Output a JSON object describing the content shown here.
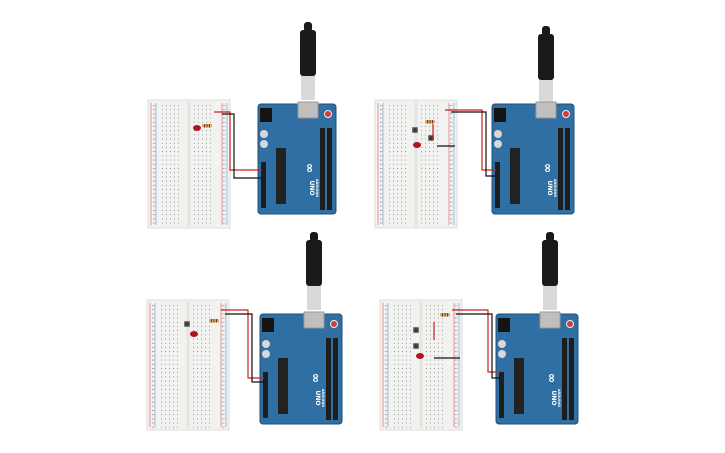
{
  "colors": {
    "background": "#ffffff",
    "breadboard": "#f2f2f0",
    "breadboard_edge": "#dcdcd8",
    "rail_red": "#e0474c",
    "rail_blue": "#5a8fd6",
    "hole": "#8c8c8c",
    "arduino_blue": "#2f6fa3",
    "arduino_dark": "#1f4f78",
    "header": "#1d1d1d",
    "usb_metal": "#d9d9d9",
    "usb_cable": "#1a1a1a",
    "wire_red": "#cc1f1f",
    "wire_black": "#111111",
    "led_red": "#b3121b",
    "resistor": "#d9a76a",
    "button": "#3a3a3a"
  },
  "board_text": {
    "logo": "∞",
    "brand": "UNO",
    "model": "ARDUINO"
  },
  "circuits": [
    {
      "id": "circuit-1",
      "components": [
        "led-icon",
        "resistor-icon"
      ]
    },
    {
      "id": "circuit-2",
      "components": [
        "led-icon",
        "resistor-icon",
        "pushbutton-icon"
      ]
    },
    {
      "id": "circuit-3",
      "components": [
        "led-icon",
        "resistor-icon",
        "pushbutton-icon"
      ]
    },
    {
      "id": "circuit-4",
      "components": [
        "led-icon",
        "resistor-icon",
        "pushbutton-icon",
        "pushbutton-icon"
      ]
    }
  ]
}
